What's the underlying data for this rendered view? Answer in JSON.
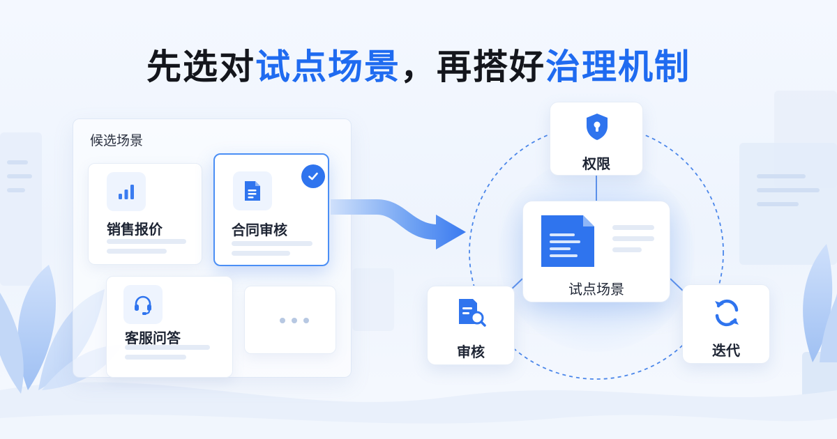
{
  "title": {
    "part1": "先选对",
    "part2": "试点场景",
    "part3": "，再搭好",
    "part4": "治理机制"
  },
  "candidates": {
    "label": "候选场景",
    "items": [
      {
        "label": "销售报价",
        "icon": "bar-chart-icon"
      },
      {
        "label": "合同审核",
        "icon": "document-icon",
        "selected": true
      },
      {
        "label": "客服问答",
        "icon": "headset-icon"
      },
      {
        "label": "",
        "icon": "more-dots-icon"
      }
    ]
  },
  "governance": {
    "center": {
      "label": "试点场景",
      "icon": "document-icon"
    },
    "nodes": [
      {
        "label": "权限",
        "icon": "shield-lock-icon"
      },
      {
        "label": "审核",
        "icon": "document-search-icon"
      },
      {
        "label": "迭代",
        "icon": "refresh-icon"
      }
    ]
  },
  "colors": {
    "accent": "#1f6bf0",
    "icon_blue": "#2f74ee",
    "light_blue": "#eef4fe"
  }
}
